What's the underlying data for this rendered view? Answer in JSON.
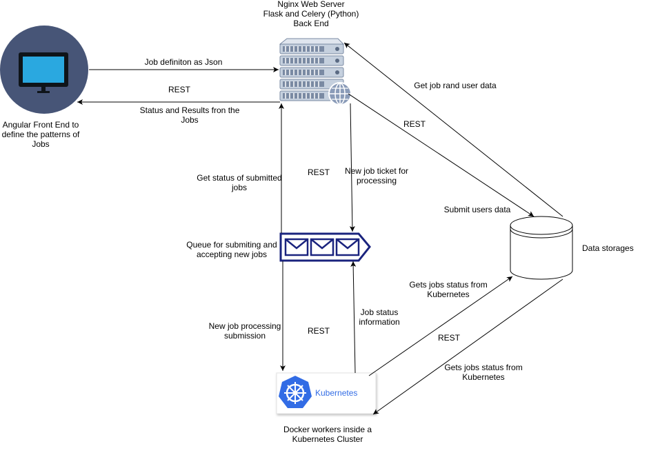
{
  "nodes": {
    "frontend": {
      "label_lines": [
        "Angular Front End to",
        "define the patterns of",
        "Jobs"
      ],
      "icon": "monitor-icon"
    },
    "server": {
      "label_lines": [
        "Nginx Web Server",
        "Flask and Celery (Python)",
        "Back End"
      ],
      "icon": "server-rack-icon"
    },
    "queue": {
      "label_lines": [
        "Queue for submiting and",
        "accepting new jobs"
      ],
      "icon": "message-queue-icon"
    },
    "storage": {
      "label": "Data storages",
      "icon": "database-cylinder-icon"
    },
    "kubernetes": {
      "logo_text": "Kubernetes",
      "label_lines": [
        "Docker workers inside a",
        "Kubernetes Cluster"
      ],
      "icon": "kubernetes-helm-icon"
    }
  },
  "edges": {
    "job_definition": "Job definiton as Json",
    "rest_frontend": "REST",
    "status_results": [
      "Status and Results fron the",
      "Jobs"
    ],
    "get_status": [
      "Get status of submitted",
      "jobs"
    ],
    "rest_server_queue": "REST",
    "new_job_ticket": [
      "New job ticket for",
      "processing"
    ],
    "get_job_user_data": "Get job rand user data",
    "rest_storage": "REST",
    "submit_users_data": "Submit users data",
    "new_job_processing": [
      "New job processing",
      "submission"
    ],
    "rest_queue_k8s": "REST",
    "job_status_info": [
      "Job status",
      "information"
    ],
    "gets_jobs_status_1": [
      "Gets jobs status from",
      "Kubernetes"
    ],
    "rest_k8s_storage": "REST",
    "gets_jobs_status_2": [
      "Gets jobs status from",
      "Kubernetes"
    ]
  },
  "colors": {
    "monitor_circle": "#475577",
    "monitor_screen": "#2aa8e0",
    "server_body": "#c5d0de",
    "server_dark": "#7a8aa3",
    "queue_blue": "#1a237e",
    "k8s_blue": "#326ce5",
    "line": "#000000"
  }
}
